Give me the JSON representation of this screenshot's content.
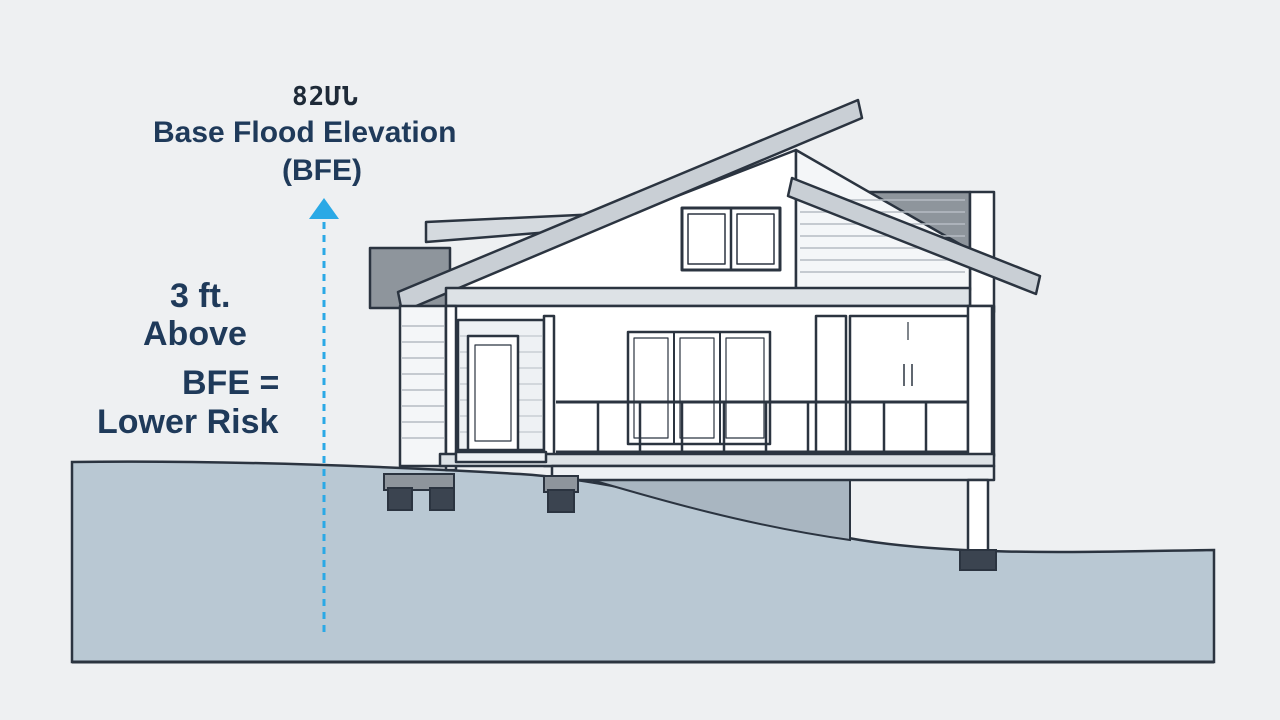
{
  "diagram": {
    "code_label": "82ՄՆ",
    "reference_line": {
      "title": "Base Flood Elevation",
      "abbreviation": "(BFE)"
    },
    "risk_note": [
      "3 ft.",
      "Above",
      "BFE =",
      "Lower Risk"
    ],
    "colors": {
      "background": "#eef0f2",
      "flood_water": "#b9c8d3",
      "outline": "#2b3440",
      "label_text": "#1f3a5a",
      "arrow_blue": "#2aa9e6",
      "roof_gray": "#8e959c",
      "footing": "#3b4450"
    },
    "icons": [
      "up-arrow-icon"
    ]
  }
}
